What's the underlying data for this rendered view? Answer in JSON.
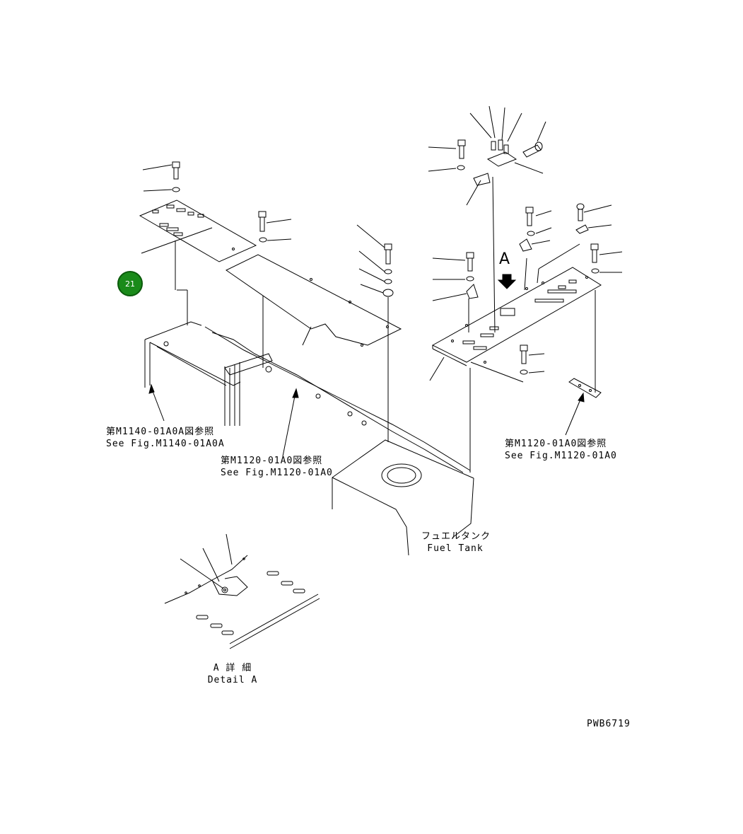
{
  "badge": {
    "number": "21",
    "color": "#1a8a1a"
  },
  "refs": {
    "left": {
      "jp": "第M1140-01A0A図参照",
      "en": "See Fig.M1140-01A0A"
    },
    "center": {
      "jp": "第M1120-01A0図参照",
      "en": "See Fig.M1120-01A0"
    },
    "right": {
      "jp": "第M1120-01A0図参照",
      "en": "See Fig.M1120-01A0"
    }
  },
  "fuel_tank": {
    "jp": "フュエルタンク",
    "en": "Fuel Tank"
  },
  "detail": {
    "jp": "A 詳 細",
    "en": "Detail A"
  },
  "view_arrow_label": "A",
  "drawing_number": "PWB6719",
  "icons": {
    "badge": "callout-circle-icon",
    "view_arrow": "view-arrow-down-icon"
  }
}
